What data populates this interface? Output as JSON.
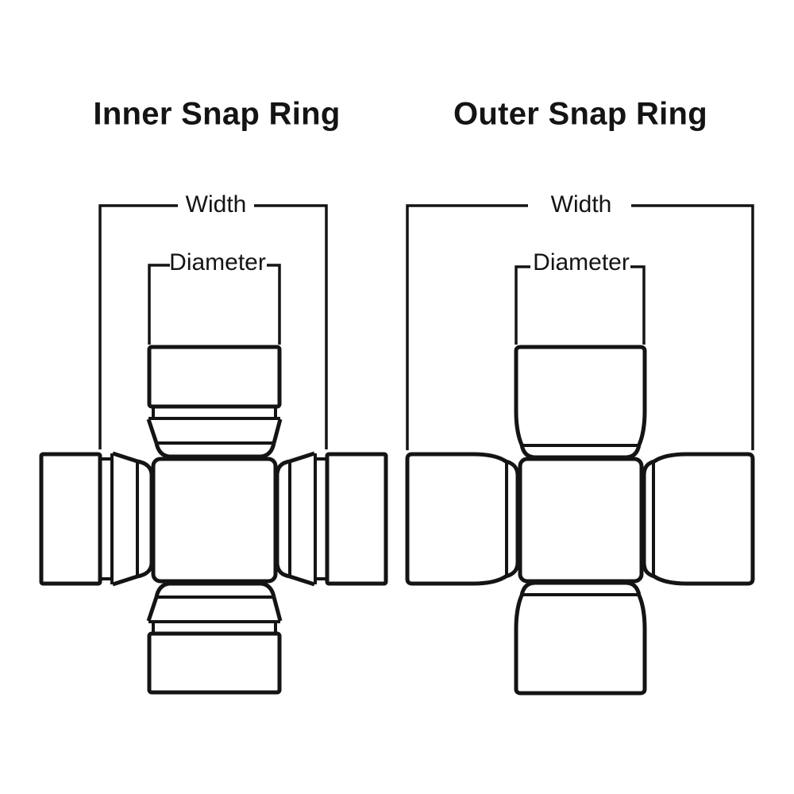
{
  "page": {
    "background_color": "#ffffff",
    "ink_color": "#141414"
  },
  "figures": [
    {
      "id": "inner",
      "title": "Inner Snap Ring",
      "dimension_labels": {
        "width": "Width",
        "diameter": "Diameter"
      }
    },
    {
      "id": "outer",
      "title": "Outer Snap Ring",
      "dimension_labels": {
        "width": "Width",
        "diameter": "Diameter"
      }
    }
  ]
}
